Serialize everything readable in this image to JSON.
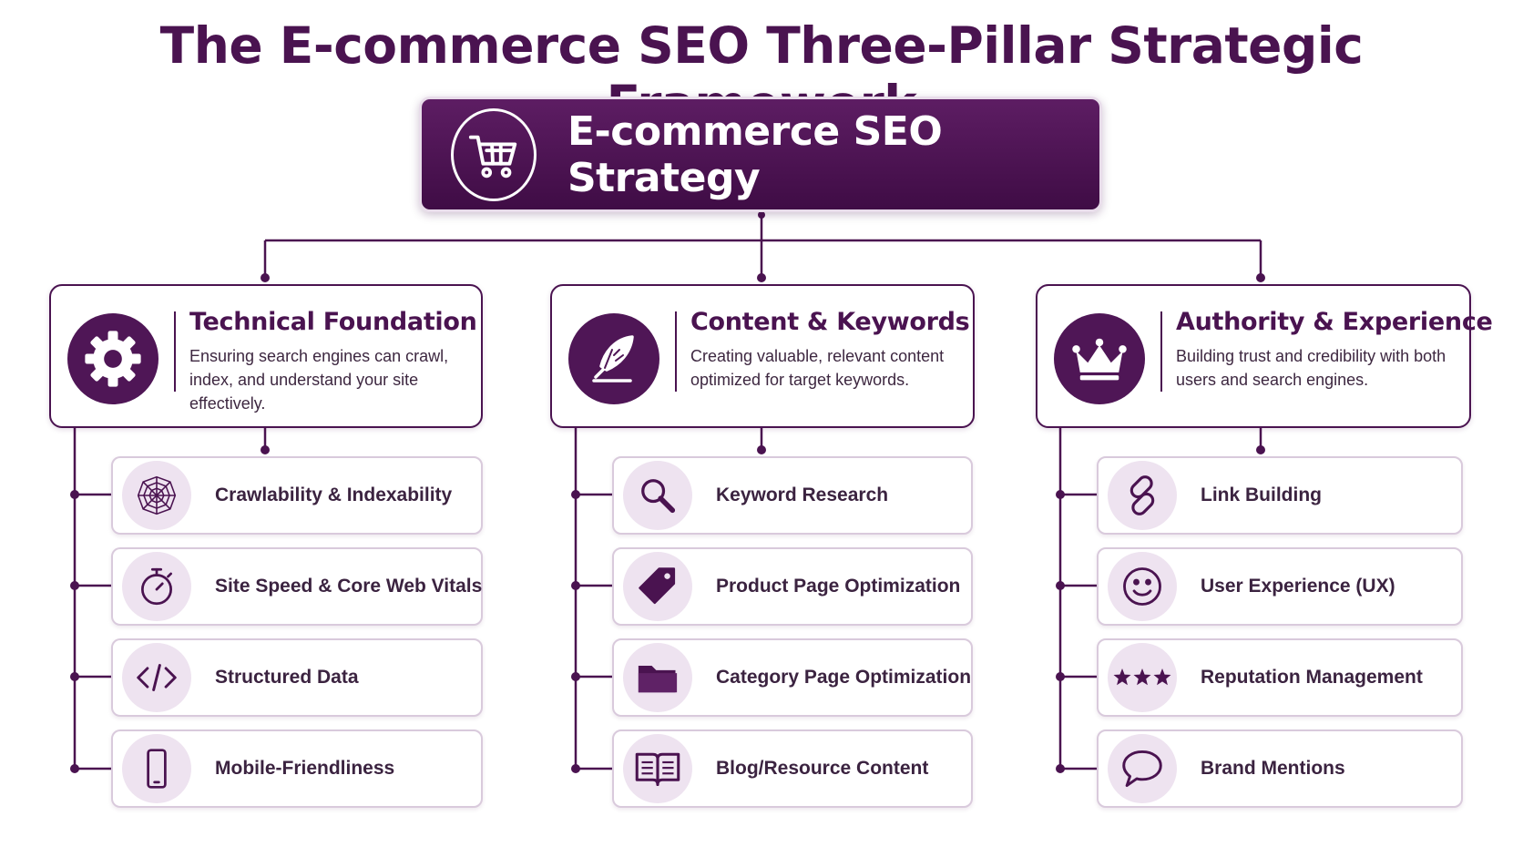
{
  "title": "The E-commerce SEO Three-Pillar Strategic Framework",
  "root": {
    "label": "E-commerce SEO Strategy",
    "icon": "shopping-cart-icon"
  },
  "colors": {
    "primary": "#4a1350",
    "icon_bg": "#eee3f0",
    "card_border": "#d9cadc"
  },
  "pillars": [
    {
      "title": "Technical Foundation",
      "description": "Ensuring search engines can crawl, index, and understand your site effectively.",
      "icon": "gear-icon",
      "items": [
        {
          "label": "Crawlability & Indexability",
          "icon": "spider-web-icon"
        },
        {
          "label": "Site Speed & Core Web Vitals",
          "icon": "stopwatch-icon"
        },
        {
          "label": "Structured Data",
          "icon": "code-icon"
        },
        {
          "label": "Mobile-Friendliness",
          "icon": "smartphone-icon"
        }
      ]
    },
    {
      "title": "Content & Keywords",
      "description": "Creating valuable, relevant content optimized for target keywords.",
      "icon": "quill-pen-icon",
      "items": [
        {
          "label": "Keyword Research",
          "icon": "magnifier-icon"
        },
        {
          "label": "Product Page Optimization",
          "icon": "price-tag-icon"
        },
        {
          "label": "Category Page Optimization",
          "icon": "folder-icon"
        },
        {
          "label": "Blog/Resource Content",
          "icon": "open-book-icon"
        }
      ]
    },
    {
      "title": "Authority & Experience",
      "description": "Building trust and credibility with both users and search engines.",
      "icon": "crown-icon",
      "items": [
        {
          "label": "Link Building",
          "icon": "chain-link-icon"
        },
        {
          "label": "User Experience (UX)",
          "icon": "smiley-icon"
        },
        {
          "label": "Reputation Management",
          "icon": "three-stars-icon"
        },
        {
          "label": "Brand Mentions",
          "icon": "speech-bubble-icon"
        }
      ]
    }
  ]
}
